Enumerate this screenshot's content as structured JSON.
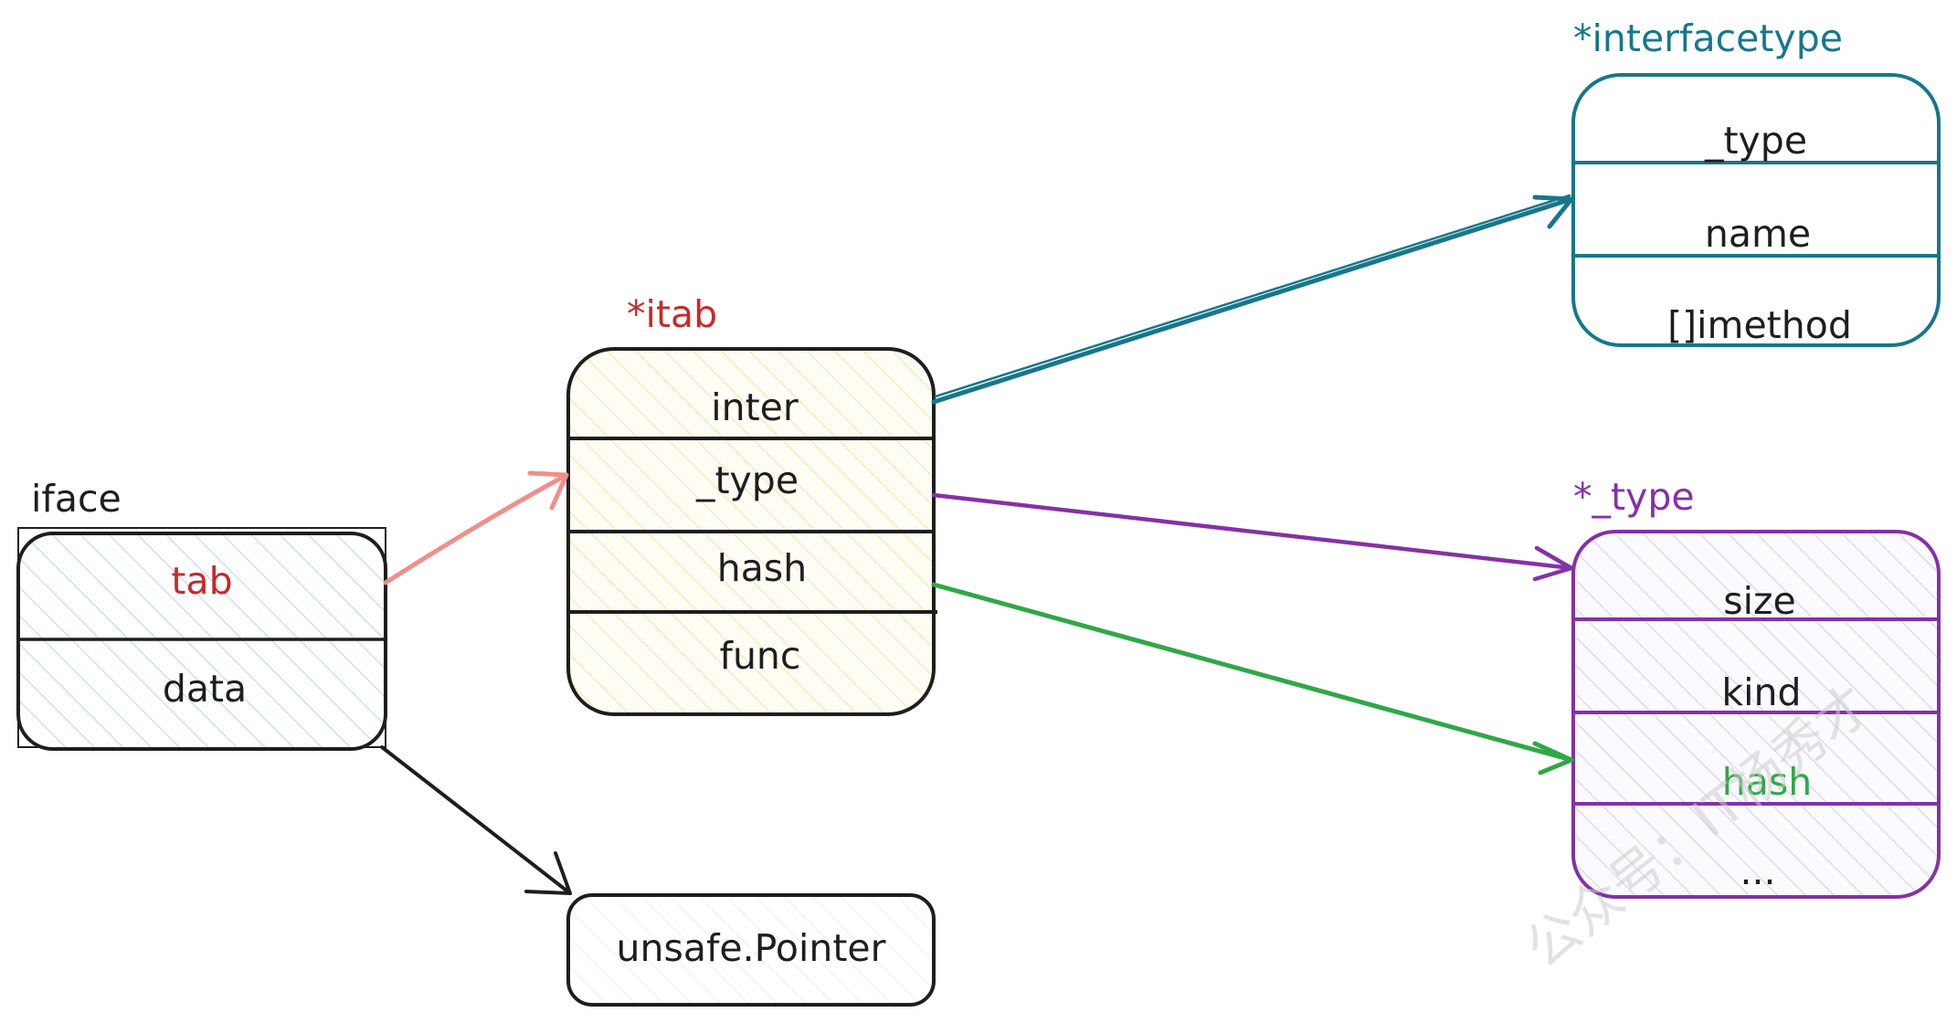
{
  "colors": {
    "black": "#1e1e1e",
    "red": "#c42b2b",
    "salmon": "#ef8f8a",
    "teal": "#17778a",
    "purple": "#8531a6",
    "green": "#2fa846",
    "iface_fill": "#e2eefb",
    "itab_fill": "#fdf5d7",
    "type_fill": "#ece7f6"
  },
  "iface": {
    "title": "iface",
    "fields": [
      "tab",
      "data"
    ]
  },
  "itab": {
    "title": "*itab",
    "fields": [
      "inter",
      "_type",
      "hash",
      "func"
    ]
  },
  "interfacetype": {
    "title": "*interfacetype",
    "fields": [
      "_type",
      "name",
      "[]imethod"
    ]
  },
  "type_struct": {
    "title": "*_type",
    "fields": [
      "size",
      "kind",
      "hash",
      "..."
    ]
  },
  "pointer": {
    "label": "unsafe.Pointer"
  },
  "watermark": "公众号：IT杨秀才"
}
